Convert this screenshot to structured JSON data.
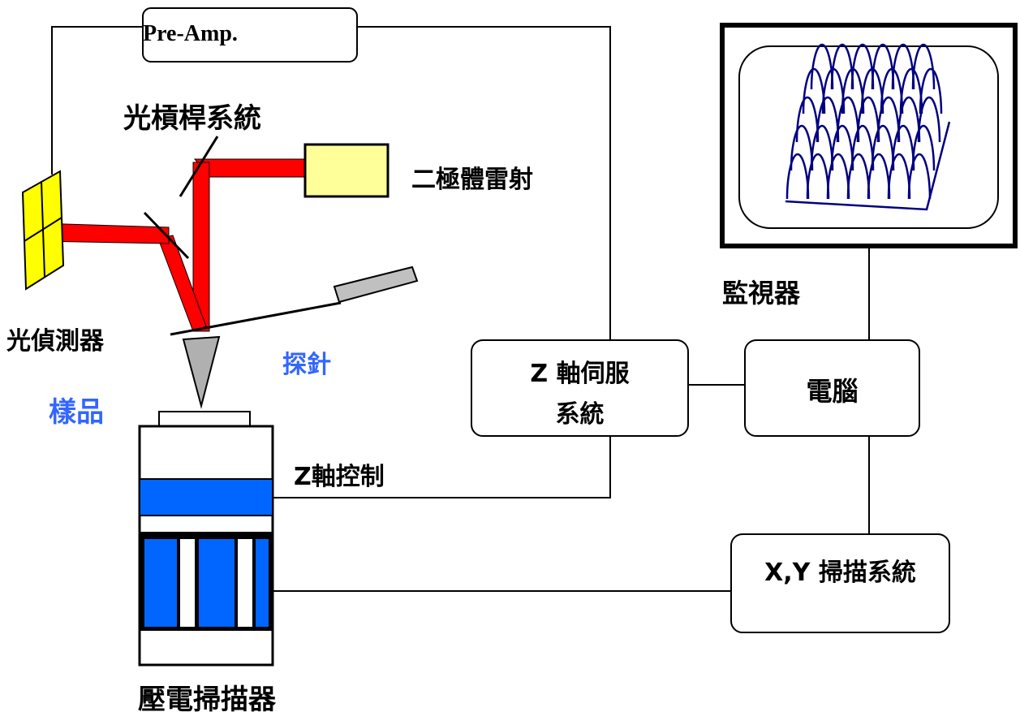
{
  "labels": {
    "pre_amp": "Pre-Amp.",
    "optical_lever": "光槓桿系統",
    "laser_diode": "二極體雷射",
    "photodetector": "光偵測器",
    "probe": "探針",
    "sample": "樣品",
    "z_control": "Z軸控制",
    "piezo_scanner": "壓電掃描器",
    "z_servo_line1": "Z 軸伺服",
    "z_servo_line2": "系統",
    "computer": "電腦",
    "monitor": "監視器",
    "xy_scan": "X,Y 掃描系統"
  },
  "colors": {
    "laser_beam": "#ff0000",
    "laser_body": "#ffff99",
    "detector": "#ffff00",
    "piezo_blue": "#0066ff",
    "label_blue": "#3366ff",
    "image_trace": "#000080",
    "cantilever": "#c0c0c0"
  }
}
